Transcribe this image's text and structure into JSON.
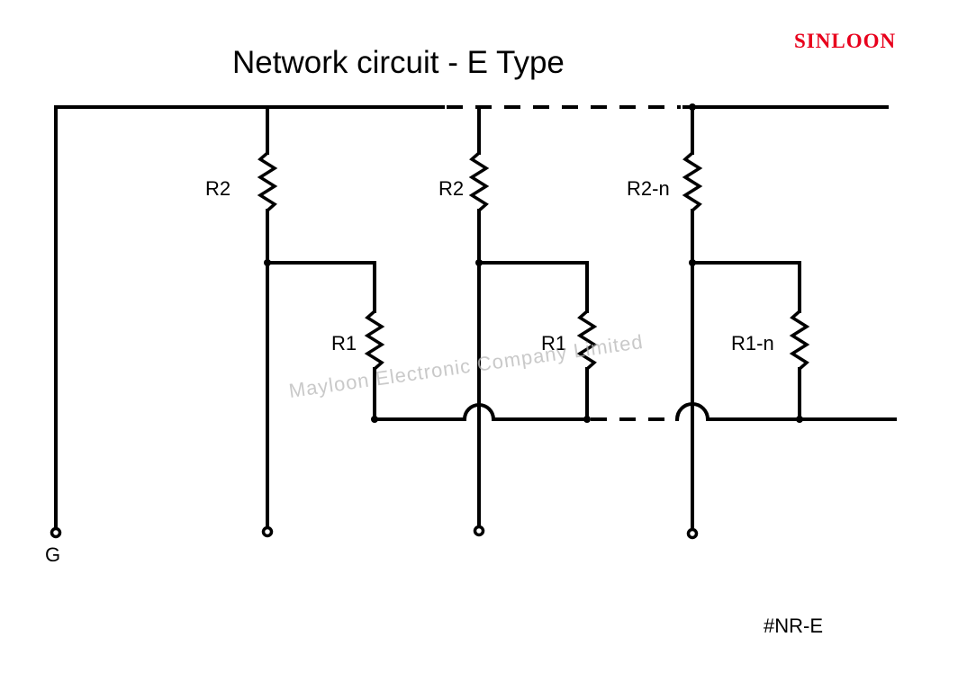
{
  "title": "Network circuit - E Type",
  "brand": {
    "text": "SINLOON",
    "color": "#e8001c"
  },
  "code": "#NR-E",
  "ground_label": "G",
  "labels": {
    "r2_a": "R2",
    "r2_b": "R2",
    "r2_n": "R2-n",
    "r1_a": "R1",
    "r1_b": "R1",
    "r1_n": "R1-n"
  },
  "watermark": "Mayloon Electronic Company Limited"
}
